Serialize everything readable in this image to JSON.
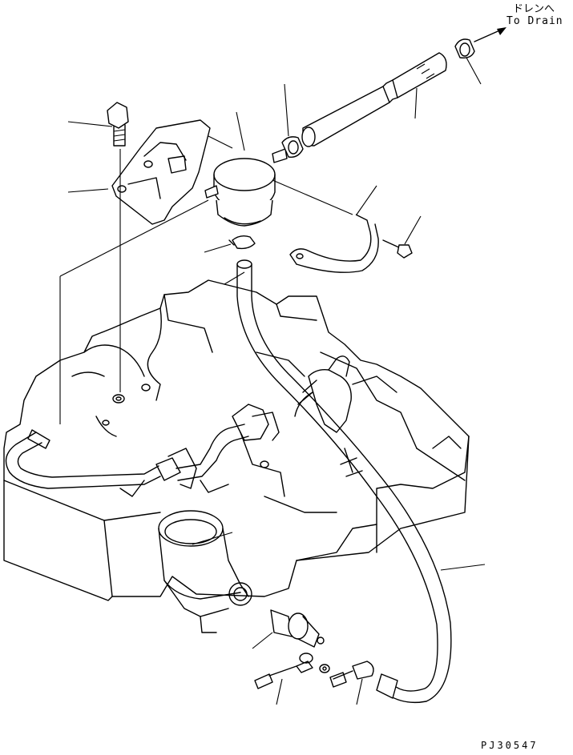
{
  "drain_label": {
    "japanese": "ドレンへ",
    "english": "To Drain"
  },
  "drawing_code": "PJ30547"
}
